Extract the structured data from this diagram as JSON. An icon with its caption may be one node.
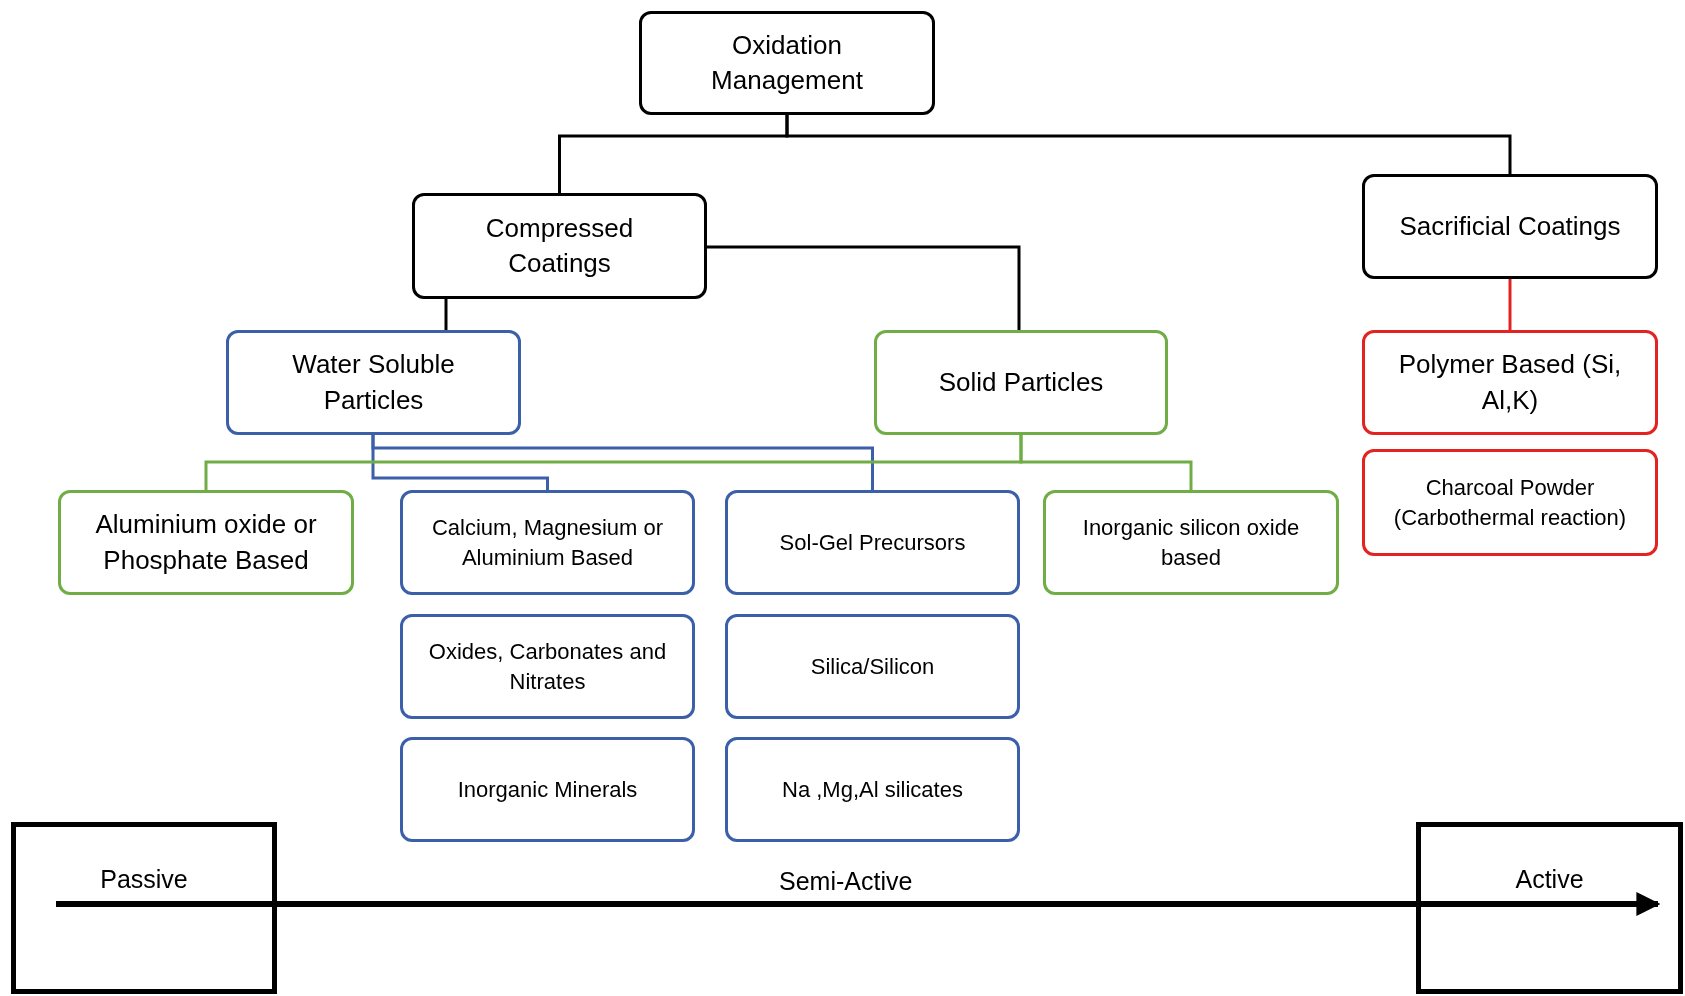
{
  "diagram": {
    "nodes": [
      {
        "text": [
          "Oxidation Management"
        ]
      },
      {
        "text": [
          "Compressed Coatings"
        ]
      },
      {
        "text": [
          "Sacrificial Coatings"
        ]
      },
      {
        "text": [
          "Water Soluble Particles"
        ]
      },
      {
        "text": [
          "Solid Particles"
        ]
      },
      {
        "text": [
          "Polymer Based (Si, Al,K)"
        ]
      },
      {
        "text": [
          "Aluminium oxide or Phosphate Based"
        ]
      },
      {
        "text": [
          "Calcium, Magnesium or Aluminium Based"
        ]
      },
      {
        "text": [
          "Sol-Gel Precursors"
        ]
      },
      {
        "text": [
          "Inorganic silicon oxide based"
        ]
      },
      {
        "text": [
          "Charcoal Powder (Carbothermal reaction)"
        ]
      },
      {
        "text": [
          "Oxides, Carbonates and Nitrates"
        ]
      },
      {
        "text": [
          "Silica/Silicon"
        ]
      },
      {
        "text": [
          "Inorganic Minerals"
        ]
      },
      {
        "text": [
          "Na ,Mg,Al silicates"
        ]
      },
      {
        "text": [
          "Passive"
        ]
      },
      {
        "text": [
          "Active"
        ]
      }
    ],
    "edges": [
      {
        "from": 0,
        "to": 1,
        "arrow": "none"
      },
      {
        "from": 0,
        "to": 2,
        "arrow": "none"
      },
      {
        "from": 1,
        "to": 3,
        "arrow": "none"
      },
      {
        "from": 1,
        "to": 4,
        "arrow": "none"
      },
      {
        "from": 2,
        "to": 5,
        "arrow": "none",
        "color": "#e32222"
      },
      {
        "from": 3,
        "to": 7,
        "arrow": "none",
        "color": "#3b5fa8"
      },
      {
        "from": 3,
        "to": 8,
        "arrow": "none",
        "color": "#3b5fa8"
      },
      {
        "from": 4,
        "to": 6,
        "arrow": "none",
        "color": "#70ad47"
      },
      {
        "from": 4,
        "to": 9,
        "arrow": "none",
        "color": "#70ad47"
      },
      {
        "from": 15,
        "to": 16,
        "arrow": "to",
        "style": "thick"
      }
    ],
    "labels": [
      "Semi-Active"
    ]
  }
}
